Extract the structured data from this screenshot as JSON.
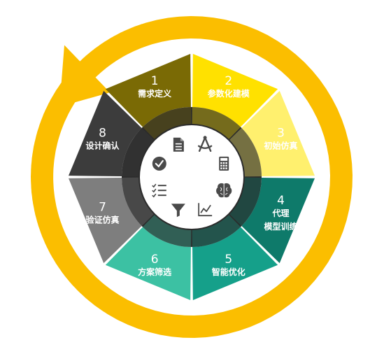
{
  "colors": {
    "arrow": "#fbbe00",
    "ring_dark": "#2b2b2b",
    "ring_shadow": "#3d3d3d",
    "center": "#ffffff",
    "icon": "#4a4a4a"
  },
  "cycle_direction": "clockwise",
  "segments": [
    {
      "number": "1",
      "label": [
        "需求定义"
      ],
      "color": "#7a6a05",
      "text_color": "#ffffff",
      "icon": "document-icon"
    },
    {
      "number": "2",
      "label": [
        "参数化建模"
      ],
      "color": "#ffe100",
      "text_color": "#ffffff",
      "icon": "compass-icon"
    },
    {
      "number": "3",
      "label": [
        "初始仿真"
      ],
      "color": "#fff06e",
      "text_color": "#ffffff",
      "icon": "calculator-icon"
    },
    {
      "number": "4",
      "label": [
        "代理",
        "模型训练"
      ],
      "color": "#0e7a6a",
      "text_color": "#ffffff",
      "icon": "brain-icon"
    },
    {
      "number": "5",
      "label": [
        "智能优化"
      ],
      "color": "#15a08a",
      "text_color": "#ffffff",
      "icon": "line-chart-icon"
    },
    {
      "number": "6",
      "label": [
        "方案筛选"
      ],
      "color": "#3cc1a3",
      "text_color": "#ffffff",
      "icon": "filter-icon"
    },
    {
      "number": "7",
      "label": [
        "验证仿真"
      ],
      "color": "#7e7e7e",
      "text_color": "#ffffff",
      "icon": "checklist-icon"
    },
    {
      "number": "8",
      "label": [
        "设计确认"
      ],
      "color": "#3c3c3c",
      "text_color": "#ffffff",
      "icon": "check-circle-icon"
    }
  ]
}
